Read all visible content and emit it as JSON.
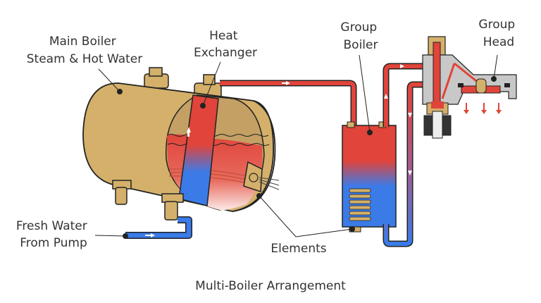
{
  "diagram": {
    "caption": "Multi-Boiler Arrangement",
    "labels": {
      "main_boiler": [
        "Main Boiler",
        "Steam & Hot Water"
      ],
      "heat_exchanger": [
        "Heat",
        "Exchanger"
      ],
      "group_boiler": [
        "Group",
        "Boiler"
      ],
      "group_head": [
        "Group",
        "Head"
      ],
      "fresh_water": [
        "Fresh Water",
        "From Pump"
      ],
      "elements": [
        "Elements"
      ]
    },
    "colors": {
      "brass": "#d4b06a",
      "hot": "#e0443a",
      "cold": "#3b7be8",
      "steel": "#c8c8c8",
      "outline": "#222222"
    }
  }
}
